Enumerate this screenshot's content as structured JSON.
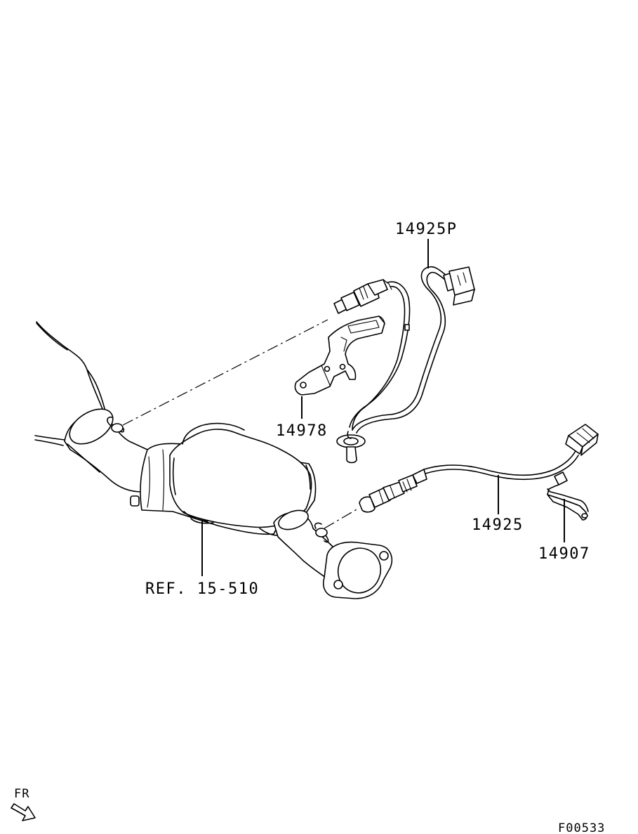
{
  "diagram": {
    "parts": {
      "sensor_upper": "14925P",
      "bracket": "14978",
      "sensor_lower": "14925",
      "clip": "14907",
      "reference": "REF. 15-510"
    },
    "direction_label": "FR",
    "figure_code": "F00533"
  }
}
